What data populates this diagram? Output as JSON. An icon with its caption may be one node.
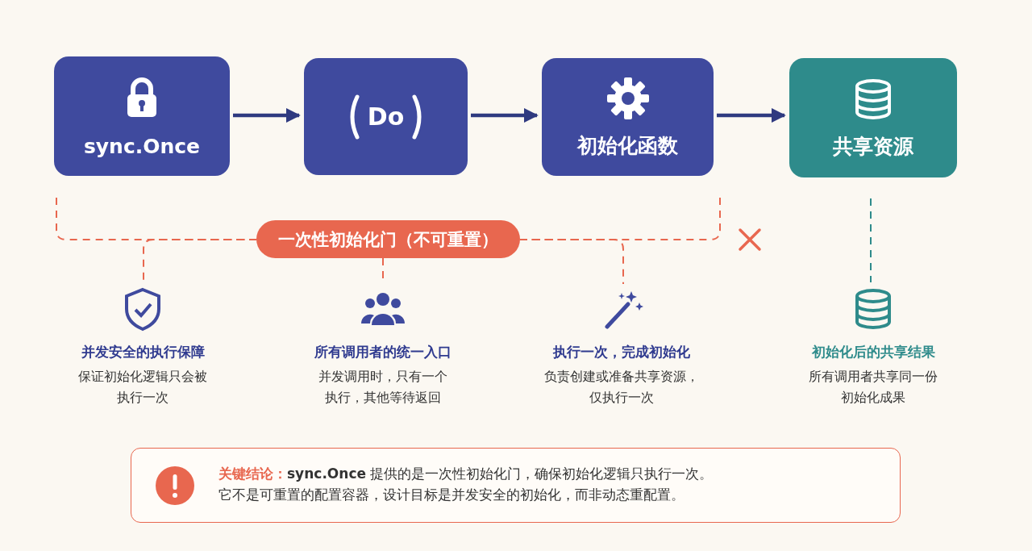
{
  "diagram": {
    "nodes": [
      {
        "text": [
          "sync.Once"
        ]
      },
      {
        "text": [
          "Do"
        ]
      },
      {
        "text": [
          "初始化函数"
        ]
      },
      {
        "text": [
          "共享资源"
        ]
      },
      {
        "text": [
          "一次性初始化门（不可重置）"
        ]
      },
      {
        "text": [
          "并发安全的执行保障",
          "保证初始化逻辑只会被执行一次"
        ]
      },
      {
        "text": [
          "所有调用者的统一入口",
          "并发调用时，只有一个执行，其他等待返回"
        ]
      },
      {
        "text": [
          "执行一次，完成初始化",
          "负责创建或准备共享资源，仅执行一次"
        ]
      },
      {
        "text": [
          "初始化后的共享结果",
          "所有调用者共享同一份初始化成果"
        ]
      },
      {
        "text": [
          "关键结论：",
          "**sync.Once** 提供的是一次性初始化门，确保初始化逻辑只执行一次。",
          "它不是可重置的配置容器，设计目标是并发安全的初始化，而非动态重配置。"
        ]
      }
    ],
    "edges": [
      {
        "from": 0,
        "to": 1,
        "arrow": "to",
        "style": "thick",
        "color": "#2f3a80"
      },
      {
        "from": 1,
        "to": 2,
        "arrow": "to",
        "style": "thick",
        "color": "#2f3a80"
      },
      {
        "from": 2,
        "to": 3,
        "arrow": "to",
        "style": "thick",
        "color": "#2f3a80"
      },
      {
        "from": 0,
        "to": 4,
        "arrow": "none",
        "style": "dashed",
        "color": "#e8674f"
      },
      {
        "from": 2,
        "to": 4,
        "arrow": "none",
        "style": "dashed",
        "color": "#e8674f"
      },
      {
        "from": 4,
        "to": 5,
        "arrow": "none",
        "style": "dashed",
        "color": "#e8674f"
      },
      {
        "from": 4,
        "to": 6,
        "arrow": "none",
        "style": "dashed",
        "color": "#e8674f"
      },
      {
        "from": 4,
        "to": 7,
        "arrow": "none",
        "style": "dashed",
        "color": "#e8674f"
      },
      {
        "from": 3,
        "to": 8,
        "arrow": "none",
        "style": "dashed",
        "color": "#2e8b8b"
      }
    ]
  }
}
